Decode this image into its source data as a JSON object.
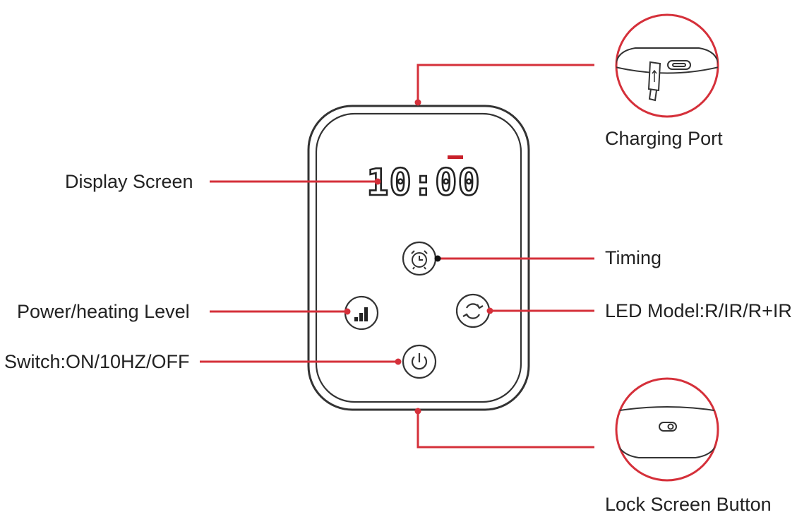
{
  "labels": {
    "display_screen": "Display Screen",
    "power_level": "Power/heating Level",
    "switch": "Switch:ON/10HZ/OFF",
    "charging_port": "Charging Port",
    "timing": "Timing",
    "led_model": "LED Model:R/IR/R+IR",
    "lock_screen": "Lock Screen Button"
  },
  "display": {
    "time": "10:00"
  },
  "colors": {
    "leader": "#d5303a",
    "outline": "#333333",
    "accent": "#c8202a"
  },
  "icons": {
    "timing": "alarm-clock-icon",
    "power_level": "signal-bars-icon",
    "led_mode": "cycle-icon",
    "switch": "power-icon",
    "charging_port": "usb-plug-icon",
    "lock": "slide-switch-icon"
  }
}
